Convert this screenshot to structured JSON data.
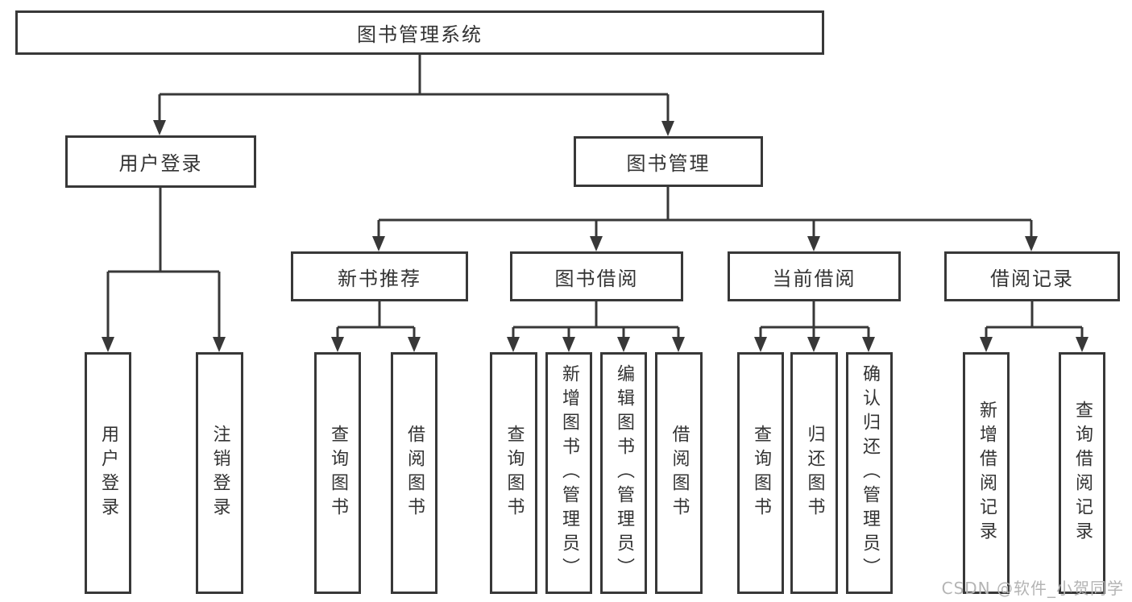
{
  "tree": {
    "label": "图书管理系统",
    "children": [
      {
        "label": "用户登录",
        "children": [
          {
            "label": "用户登录"
          },
          {
            "label": "注销登录"
          }
        ]
      },
      {
        "label": "图书管理",
        "children": [
          {
            "label": "新书推荐",
            "children": [
              {
                "label": "查询图书"
              },
              {
                "label": "借阅图书"
              }
            ]
          },
          {
            "label": "图书借阅",
            "children": [
              {
                "label": "查询图书"
              },
              {
                "label": "新增图书（管理员）"
              },
              {
                "label": "编辑图书（管理员）"
              },
              {
                "label": "借阅图书"
              }
            ]
          },
          {
            "label": "当前借阅",
            "children": [
              {
                "label": "查询图书"
              },
              {
                "label": "归还图书"
              },
              {
                "label": "确认归还（管理员）"
              }
            ]
          },
          {
            "label": "借阅记录",
            "children": [
              {
                "label": "新增借阅记录"
              },
              {
                "label": "查询借阅记录"
              }
            ]
          }
        ]
      }
    ]
  },
  "watermark": {
    "text": "CSDN @软件_小贺同学"
  },
  "colors": {
    "line": "#383838",
    "box_border": "#383838",
    "text": "#333333",
    "watermark": "#b4b4b4",
    "background": "#ffffff"
  }
}
